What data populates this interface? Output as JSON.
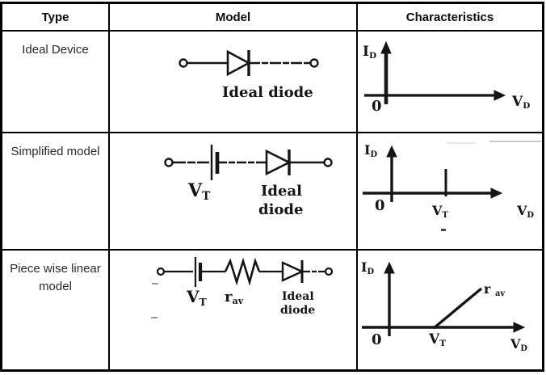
{
  "header": {
    "type": "Type",
    "model": "Model",
    "characteristics": "Characteristics"
  },
  "ink_color": "#151515",
  "rows": [
    {
      "type_label": "Ideal Device",
      "model": {
        "diode_label": "Ideal diode"
      },
      "chart": {
        "y_label": {
          "main": "I",
          "sub": "D"
        },
        "x_label": {
          "main": "V",
          "sub": "D"
        },
        "origin": "0",
        "description": "zero current for VD<0, vertical conduction line at VD=0"
      }
    },
    {
      "type_label": "Simplified model",
      "model": {
        "battery_label": {
          "main": "V",
          "sub": "T"
        },
        "diode_label_line1": "Ideal",
        "diode_label_line2": "diode"
      },
      "chart": {
        "y_label": {
          "main": "I",
          "sub": "D"
        },
        "x_label": {
          "main": "V",
          "sub": "D"
        },
        "origin": "0",
        "threshold_label": {
          "main": "V",
          "sub": "T"
        },
        "description": "zero current until VT, vertical conduction line at VD=VT"
      }
    },
    {
      "type_label": "Piece wise linear model",
      "model": {
        "battery_label": {
          "main": "V",
          "sub": "T"
        },
        "resistor_label": {
          "main": "r",
          "sub": "av"
        },
        "diode_label_line1": "Ideal",
        "diode_label_line2": "diode"
      },
      "chart": {
        "y_label": {
          "main": "I",
          "sub": "D"
        },
        "x_label": {
          "main": "V",
          "sub": "D"
        },
        "origin": "0",
        "threshold_label": {
          "main": "V",
          "sub": "T"
        },
        "slope_label": {
          "main": "r",
          "sub": "av"
        },
        "description": "zero current until VT, then linear rise with slope 1/rav"
      }
    }
  ]
}
